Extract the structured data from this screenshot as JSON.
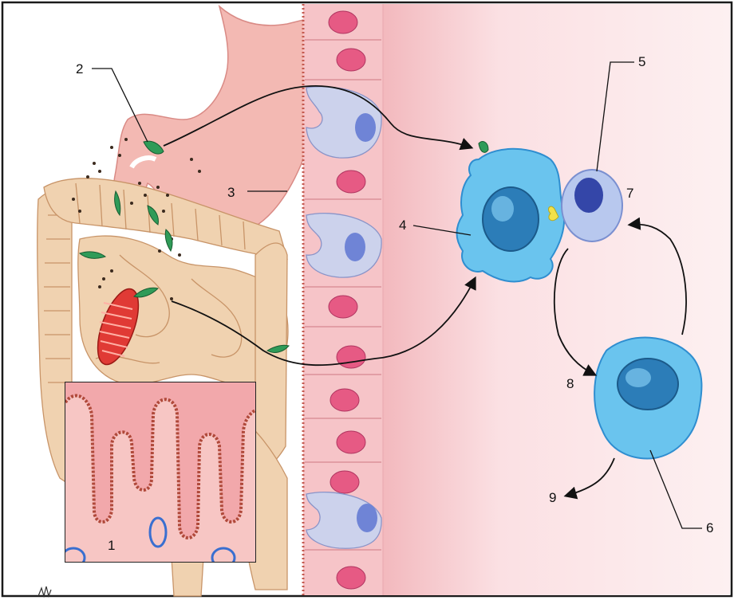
{
  "colors": {
    "frame": "#1a1a1a",
    "background_pink": "#fbe3e5",
    "stomach": "#f3b9b3",
    "intestine": "#f0d2b0",
    "intestine_stroke": "#c89468",
    "epithelium": "#f6c4c8",
    "nucleus": "#e65a84",
    "m_cell": "#ccd2ec",
    "m_cell_nucleus": "#6f84d6",
    "parasite": "#2f9b58",
    "dendritic_cell": "#6ac4ee",
    "dendritic_nucleus": "#2c7db8",
    "lymphocyte": "#b8c8ee",
    "lymphocyte_nucleus": "#3446a8",
    "villus_wall": "#b0493a",
    "pathway_arrow": "#111111"
  },
  "labels": {
    "l1": "1",
    "l2": "2",
    "l3": "3",
    "l4": "4",
    "l5": "5",
    "l6": "6",
    "l7": "7",
    "l8": "8",
    "l9": "9"
  },
  "icons": {
    "corner_mark": "publisher-logo-icon"
  }
}
